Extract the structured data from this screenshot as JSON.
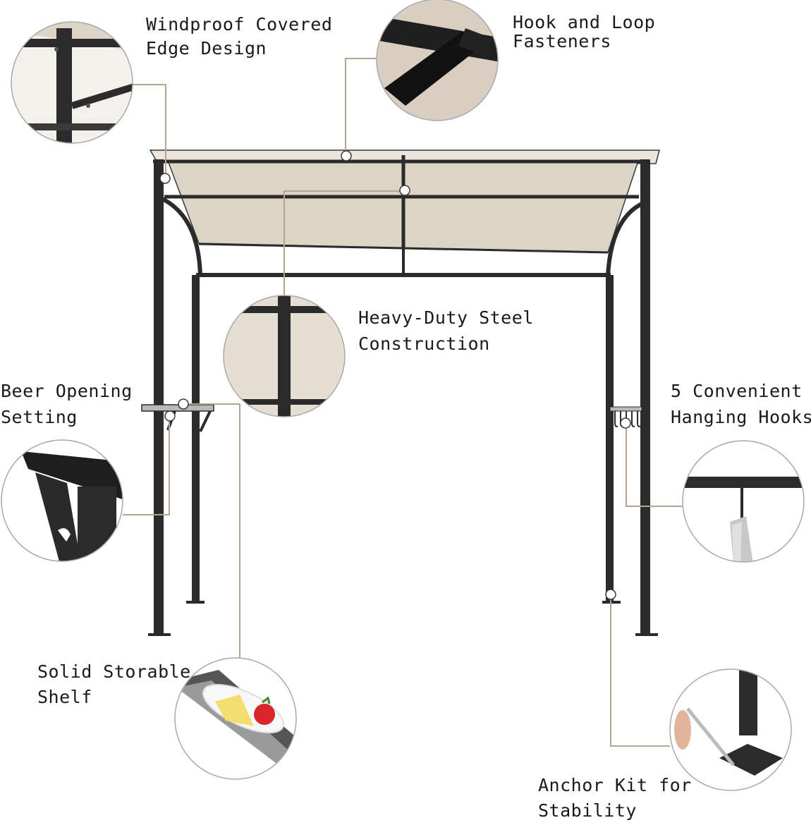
{
  "colors": {
    "frame": "#2b2b2b",
    "canopy": "#ddd3c7",
    "callout_line": "#b5a48e",
    "circle_border": "#a9a9a9",
    "shelf": "#b9b9b9"
  },
  "callouts": {
    "windproof": {
      "line1": "Windproof Covered",
      "line2": "Edge Design"
    },
    "hook_loop": {
      "line1": "Hook and Loop",
      "line2": "Fasteners"
    },
    "steel": {
      "line1": "Heavy-Duty Steel",
      "line2": "Construction"
    },
    "beer": {
      "line1": "Beer Opening",
      "line2": "Setting"
    },
    "hooks": {
      "line1": "5 Convenient",
      "line2": "Hanging Hooks"
    },
    "shelf": {
      "line1": "Solid Storable",
      "line2": "Shelf"
    },
    "anchor": {
      "line1": "Anchor Kit for",
      "line2": "Stability"
    }
  }
}
